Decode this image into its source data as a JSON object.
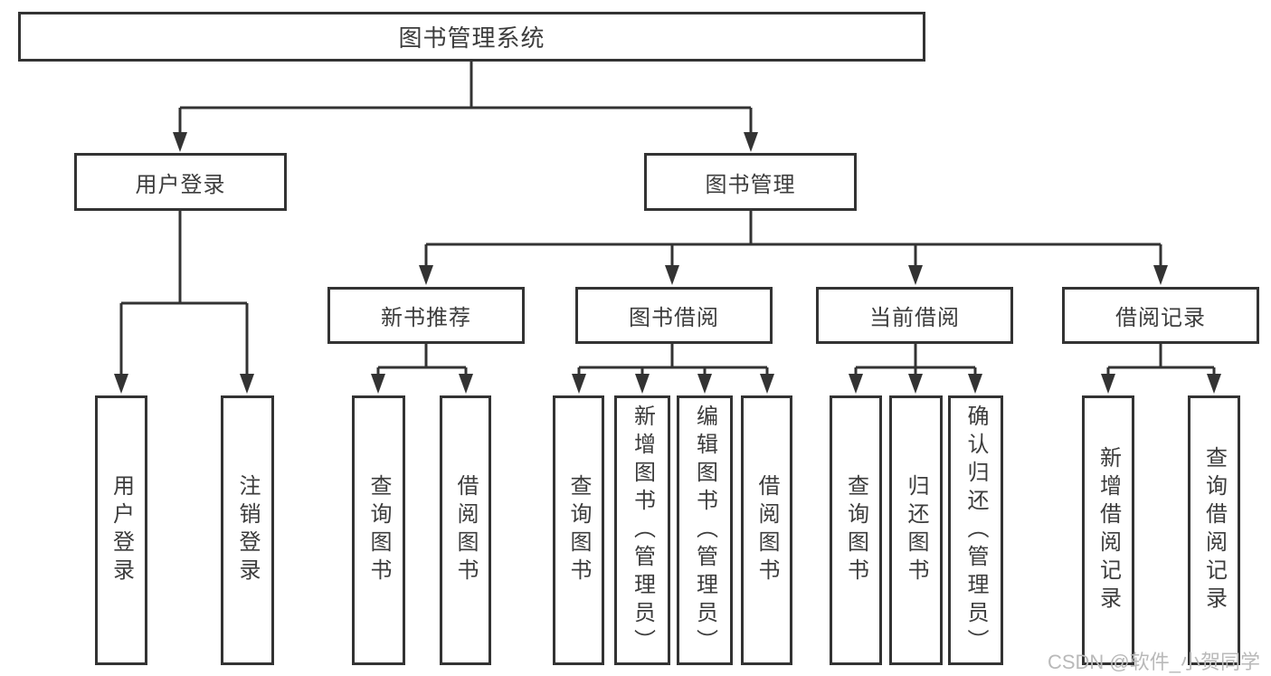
{
  "tree": {
    "root": "图书管理系统",
    "branches": [
      {
        "label": "用户登录",
        "leaves": [
          "用户登录",
          "注销登录"
        ]
      },
      {
        "label": "图书管理",
        "groups": [
          {
            "label": "新书推荐",
            "leaves": [
              "查询图书",
              "借阅图书"
            ]
          },
          {
            "label": "图书借阅",
            "leaves": [
              "查询图书",
              "新增图书（管理员）",
              "编辑图书（管理员）",
              "借阅图书"
            ]
          },
          {
            "label": "当前借阅",
            "leaves": [
              "查询图书",
              "归还图书",
              "确认归还（管理员）"
            ]
          },
          {
            "label": "借阅记录",
            "leaves": [
              "新增借阅记录",
              "查询借阅记录"
            ]
          }
        ]
      }
    ]
  },
  "watermark": "CSDN @软件_小贺同学",
  "colors": {
    "line": "#333333",
    "text": "#3c3c3c",
    "background": "#ffffff",
    "watermark": "#b9b9b9"
  }
}
